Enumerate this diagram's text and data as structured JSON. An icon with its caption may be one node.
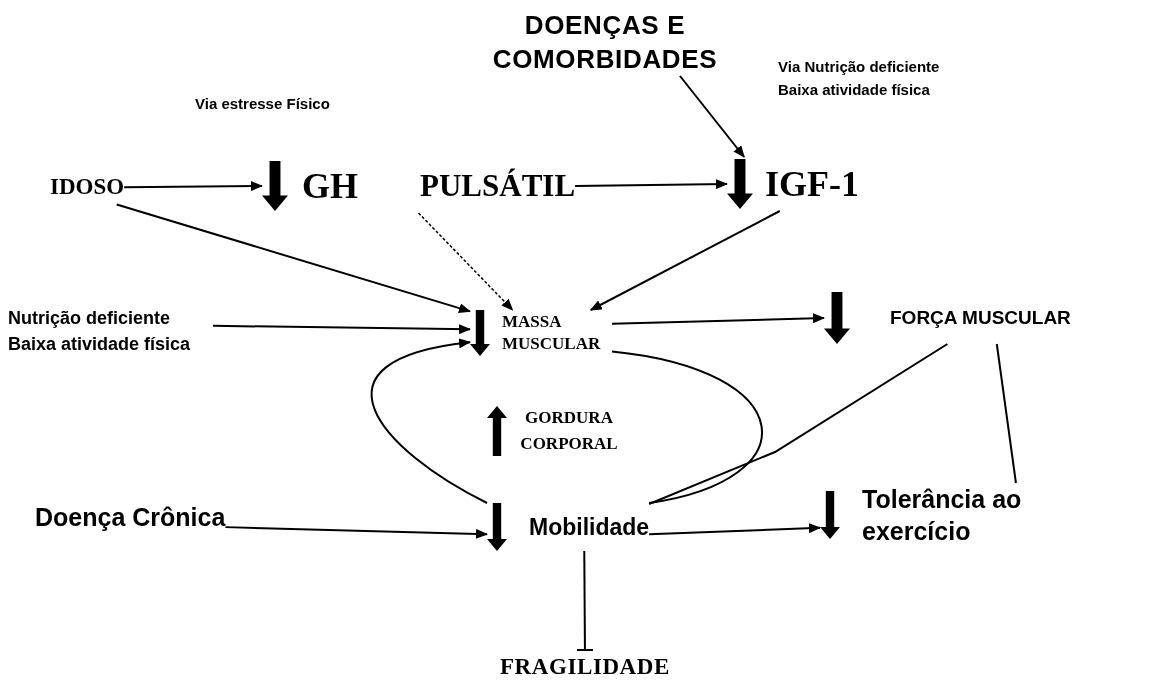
{
  "diagram": {
    "nodes": [
      {
        "text": [
          "DOENÇAS E COMORBIDADES"
        ]
      },
      {
        "text": [
          "IDOSO"
        ]
      },
      {
        "text": [
          "GH",
          "PULSÁTIL"
        ]
      },
      {
        "text": [
          "IGF-1"
        ]
      },
      {
        "text": [
          "Nutrição deficiente Baixa atividade física"
        ]
      },
      {
        "text": [
          "MASSA MUSCULAR"
        ]
      },
      {
        "text": [
          "FORÇA MUSCULAR"
        ]
      },
      {
        "text": [
          "GORDURA CORPORAL"
        ]
      },
      {
        "text": [
          "Doença Crônica"
        ]
      },
      {
        "text": [
          "Mobilidade"
        ]
      },
      {
        "text": [
          "Tolerância ao exercício"
        ]
      },
      {
        "text": [
          "FRAGILIDADE"
        ]
      }
    ],
    "edges": [
      {
        "from": 1,
        "to": 2,
        "arrow": "to"
      },
      {
        "from": 2,
        "to": 3,
        "arrow": "to"
      },
      {
        "from": 0,
        "to": 3,
        "arrow": "to"
      },
      {
        "from": 1,
        "to": 5,
        "arrow": "to"
      },
      {
        "from": 2,
        "to": 5,
        "arrow": "to",
        "style": "dashed"
      },
      {
        "from": 3,
        "to": 5,
        "arrow": "to"
      },
      {
        "from": 4,
        "to": 5,
        "arrow": "to"
      },
      {
        "from": 9,
        "to": 5,
        "arrow": "to"
      },
      {
        "from": 5,
        "to": 6,
        "arrow": "to"
      },
      {
        "from": 8,
        "to": 9,
        "arrow": "to"
      },
      {
        "from": 9,
        "to": 10,
        "arrow": "to"
      },
      {
        "from": 9,
        "to": 11,
        "arrow": "other"
      },
      {
        "from": 5,
        "to": 9,
        "arrow": "none"
      },
      {
        "from": 6,
        "to": 9,
        "arrow": "none"
      },
      {
        "from": 6,
        "to": 10,
        "arrow": "none"
      }
    ],
    "labels": [
      "Via estresse Físico",
      "Via Nutrição deficiente Baixa atividade física"
    ]
  }
}
